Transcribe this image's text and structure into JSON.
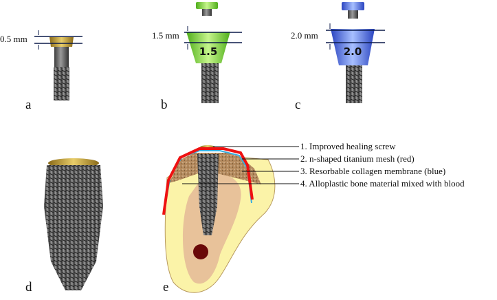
{
  "panels": {
    "a": {
      "letter": "a",
      "height_label": "0.5 mm"
    },
    "b": {
      "letter": "b",
      "height_label": "1.5 mm",
      "cap_text": "1.5"
    },
    "c": {
      "letter": "c",
      "height_label": "2.0 mm",
      "cap_text": "2.0"
    },
    "d": {
      "letter": "d"
    },
    "e": {
      "letter": "e"
    }
  },
  "legend": [
    "1. Improved healing screw",
    "2. n-shaped titanium mesh (red)",
    "3. Resorbable collagen membrane (blue)",
    "4. Alloplastic bone material mixed with blood"
  ],
  "colors": {
    "gold": "#c9a53a",
    "green": "#7ed53a",
    "blue": "#4a6fe0",
    "mesh": "#ee1111",
    "membrane": "#3aaee0",
    "bone": "#fbf3a8",
    "marrow": "#e8c29a",
    "vessel": "#6a0808"
  }
}
